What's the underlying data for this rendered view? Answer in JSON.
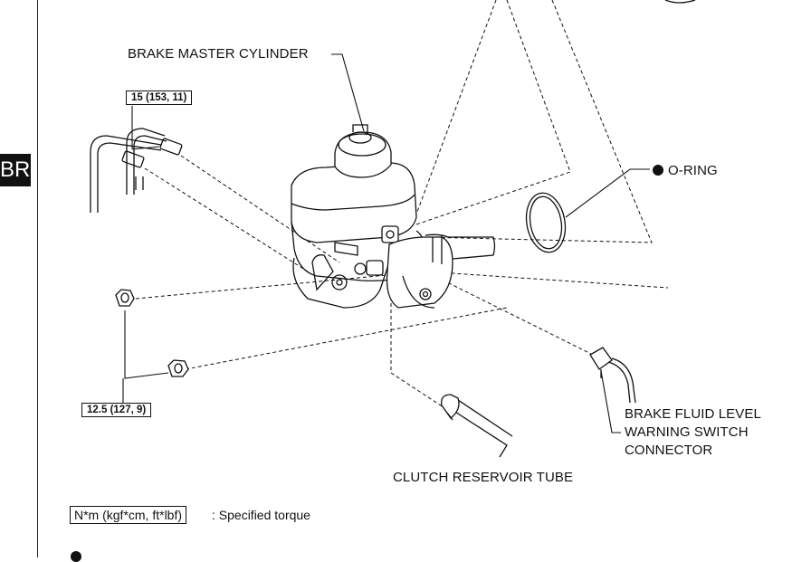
{
  "section_tab": "BR",
  "labels": {
    "brake_master_cylinder": "BRAKE MASTER CYLINDER",
    "o_ring": "O-RING",
    "brake_fluid_line1": "BRAKE FLUID LEVEL",
    "brake_fluid_line2": "WARNING SWITCH",
    "brake_fluid_line3": "CONNECTOR",
    "clutch_reservoir_tube": "CLUTCH RESERVOIR TUBE"
  },
  "torque": {
    "brake_line_nuts": "15 (153, 11)",
    "mounting_nuts": "12.5 (127, 9)"
  },
  "legend": {
    "unit": "N*m (kgf*cm, ft*lbf)",
    "description": ": Specified torque"
  },
  "symbols": {
    "non_reusable_part": "solid-dot-icon"
  }
}
